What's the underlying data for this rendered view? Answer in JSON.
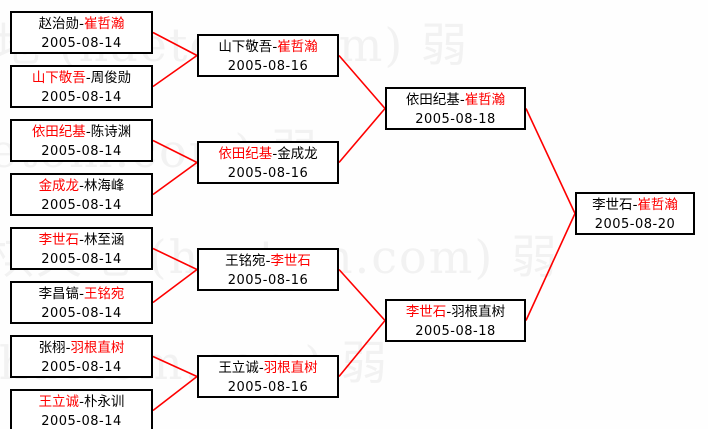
{
  "meta": {
    "colors": {
      "winner": "#fe0000",
      "loser": "#000000",
      "connector": "#fe0000",
      "box_border": "#000000",
      "background": "#fefefe",
      "watermark": "#f2f2f2"
    },
    "separator": "-"
  },
  "watermark": {
    "text": "围棋天地 (haetom.com) 弱"
  },
  "rounds": [
    {
      "name": "round-1",
      "date": "2005-08-14",
      "matches": [
        {
          "left": "赵治勋",
          "right": "崔哲瀚",
          "winner": "right",
          "date": "2005-08-14"
        },
        {
          "left": "山下敬吾",
          "right": "周俊勋",
          "winner": "left",
          "date": "2005-08-14"
        },
        {
          "left": "依田纪基",
          "right": "陈诗渊",
          "winner": "left",
          "date": "2005-08-14"
        },
        {
          "left": "金成龙",
          "right": "林海峰",
          "winner": "left",
          "date": "2005-08-14"
        },
        {
          "left": "李世石",
          "right": "林至涵",
          "winner": "left",
          "date": "2005-08-14"
        },
        {
          "left": "李昌镐",
          "right": "王铭宛",
          "winner": "right",
          "date": "2005-08-14"
        },
        {
          "left": "张栩",
          "right": "羽根直树",
          "winner": "right",
          "date": "2005-08-14"
        },
        {
          "left": "王立诚",
          "right": "朴永训",
          "winner": "left",
          "date": "2005-08-14"
        }
      ]
    },
    {
      "name": "round-2",
      "date": "2005-08-16",
      "matches": [
        {
          "left": "山下敬吾",
          "right": "崔哲瀚",
          "winner": "right",
          "date": "2005-08-16"
        },
        {
          "left": "依田纪基",
          "right": "金成龙",
          "winner": "left",
          "date": "2005-08-16"
        },
        {
          "left": "王铭宛",
          "right": "李世石",
          "winner": "right",
          "date": "2005-08-16"
        },
        {
          "left": "王立诚",
          "right": "羽根直树",
          "winner": "right",
          "date": "2005-08-16"
        }
      ]
    },
    {
      "name": "semifinal",
      "date": "2005-08-18",
      "matches": [
        {
          "left": "依田纪基",
          "right": "崔哲瀚",
          "winner": "right",
          "date": "2005-08-18"
        },
        {
          "left": "李世石",
          "right": "羽根直树",
          "winner": "left",
          "date": "2005-08-18"
        }
      ]
    },
    {
      "name": "final",
      "date": "2005-08-20",
      "matches": [
        {
          "left": "李世石",
          "right": "崔哲瀚",
          "winner": "right",
          "date": "2005-08-20"
        }
      ]
    }
  ]
}
